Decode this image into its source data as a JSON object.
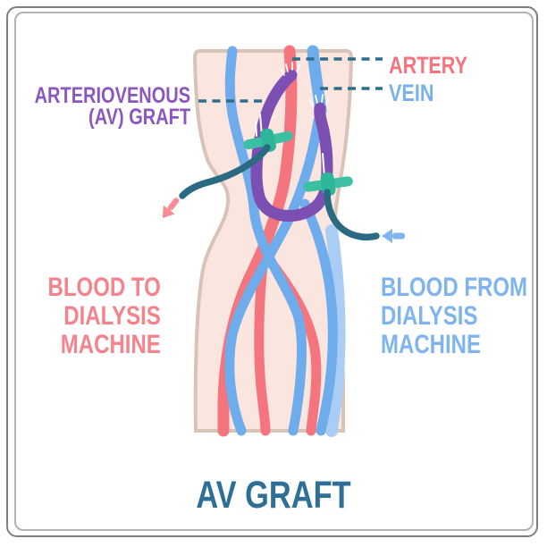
{
  "title": "AV GRAFT",
  "callouts": {
    "artery": "ARTERY",
    "vein": "VEIN",
    "graft_line1": "ARTERIOVENOUS",
    "graft_line2": "(AV) GRAFT"
  },
  "flow_labels": {
    "blood_to_line1": "BLOOD TO",
    "blood_to_line2": "DIALYSIS",
    "blood_to_line3": "MACHINE",
    "blood_from_line1": "BLOOD FROM",
    "blood_from_line2": "DIALYSIS",
    "blood_from_line3": "MACHINE"
  },
  "colors": {
    "artery": "#F4757E",
    "vein": "#6FACEC",
    "vein_light": "#A9CDF4",
    "graft": "#7C50B3",
    "needle_wings": "#3CC0A3",
    "needle_hub": "#2EB698",
    "tube": "#2A6B83",
    "leader_line": "#2E6F8E",
    "skin": "#FBE5DF",
    "skin_outline": "#D8C3B8",
    "arrow_to_machine": "#FB8B95",
    "arrow_from_machine": "#80B5F0",
    "suture": "#FFFFFF",
    "title_text": "#2E6F96",
    "artery_label": "#F4757E",
    "vein_label": "#79B1ED",
    "graft_label": "#8B57BE",
    "blood_to_label": "#F5838C",
    "blood_from_label": "#7FB4EF",
    "frame_outer": "#7E7E7E",
    "frame_inner": "#B2B2B2"
  }
}
